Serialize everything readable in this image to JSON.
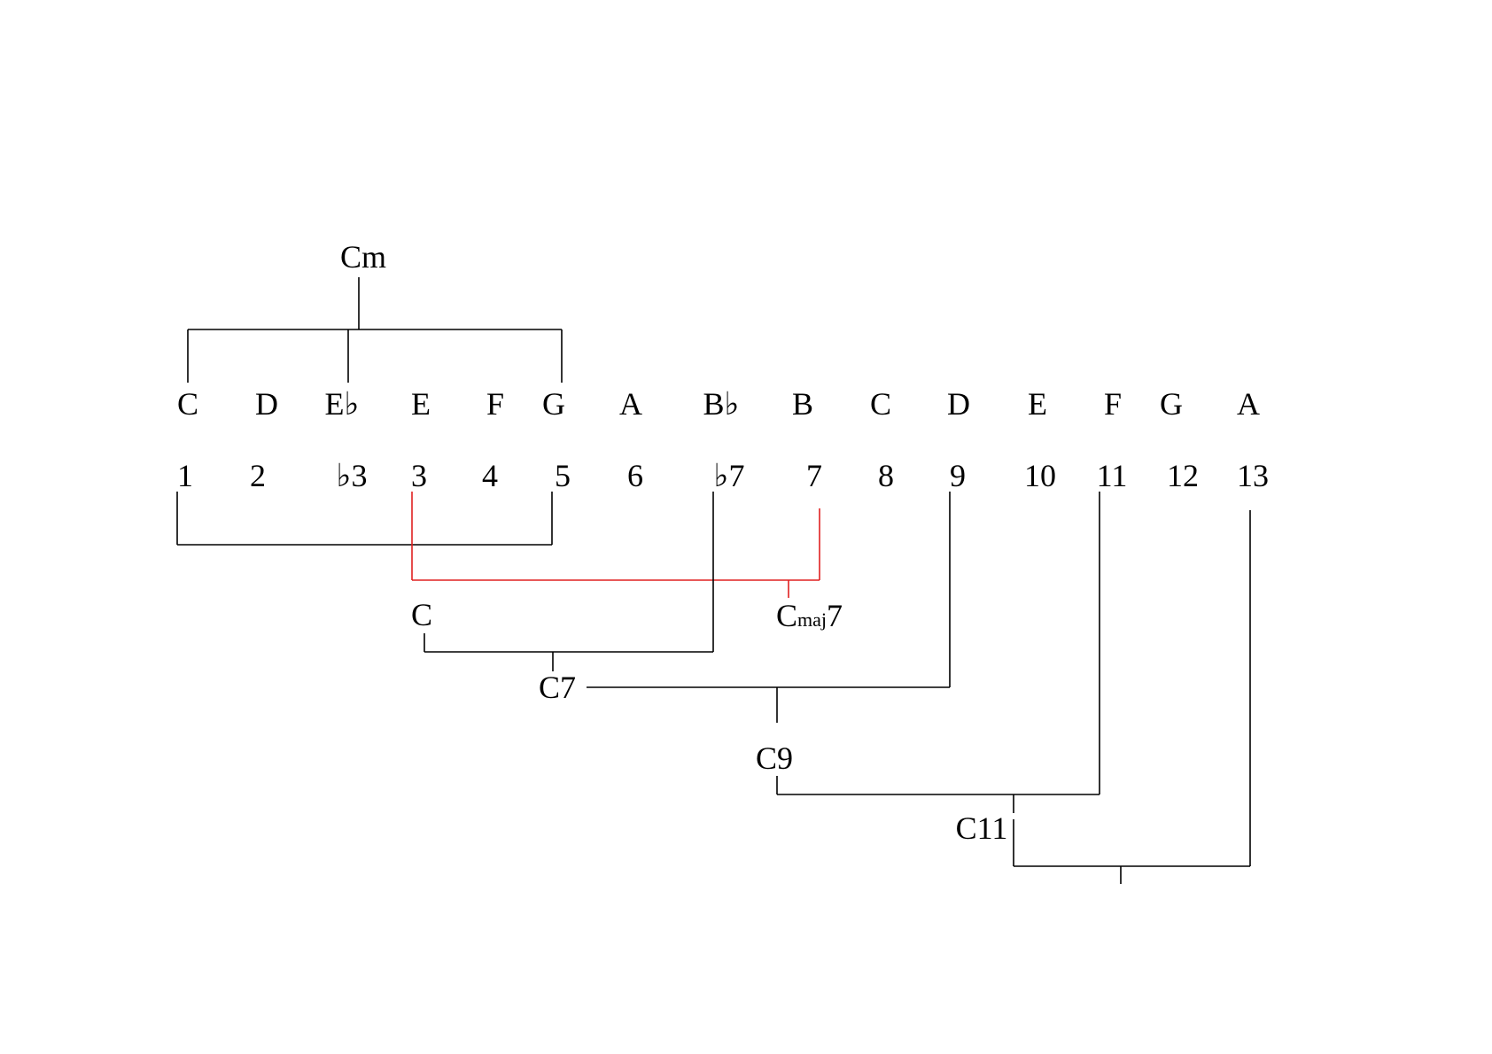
{
  "notes": [
    "C",
    "D",
    "E♭",
    "E",
    "F",
    "G",
    "A",
    "B♭",
    "B",
    "C",
    "D",
    "E",
    "F",
    "G",
    "A"
  ],
  "degrees": [
    "1",
    "2",
    "♭3",
    "3",
    "4",
    "5",
    "6",
    "♭7",
    "7",
    "8",
    "9",
    "10",
    "11",
    "12",
    "13"
  ],
  "chords": {
    "cm": "Cm",
    "c": "C",
    "cmaj7_root": "C",
    "cmaj7_sub": "maj",
    "cmaj7_num": "7",
    "c7": "C7",
    "c9": "C9",
    "c11": "C11"
  },
  "colors": {
    "ink": "#000000",
    "highlight": "#e02020"
  }
}
